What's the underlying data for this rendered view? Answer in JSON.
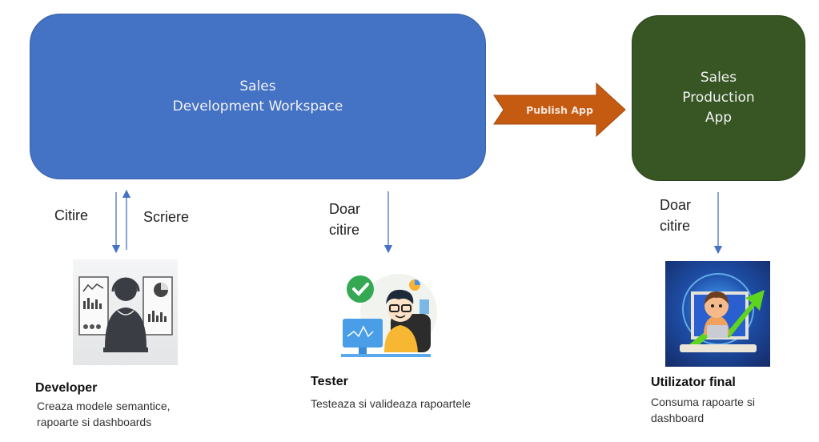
{
  "workspace": {
    "title": "Sales\nDevelopment Workspace",
    "color": "#4472c4"
  },
  "publish_arrow": {
    "label": "Publish App",
    "color": "#c55a11"
  },
  "production_app": {
    "title": "Sales\nProduction\nApp",
    "color": "#375623"
  },
  "connectors": {
    "developer_read": "Citire",
    "developer_write": "Scriere",
    "tester_read": "Doar\ncitire",
    "enduser_read": "Doar\ncitire",
    "arrow_color": "#4472c4"
  },
  "roles": [
    {
      "title": "Developer",
      "description": "Creaza modele semantice,\nrapoarte si dashboards",
      "icon": "developer-headset-icon"
    },
    {
      "title": "Tester",
      "description": "Testeaza si valideaza rapoartele",
      "icon": "tester-checkmark-icon"
    },
    {
      "title": "Utilizator final",
      "description": "Consuma rapoarte si\ndashboard",
      "icon": "end-user-laptop-icon"
    }
  ]
}
